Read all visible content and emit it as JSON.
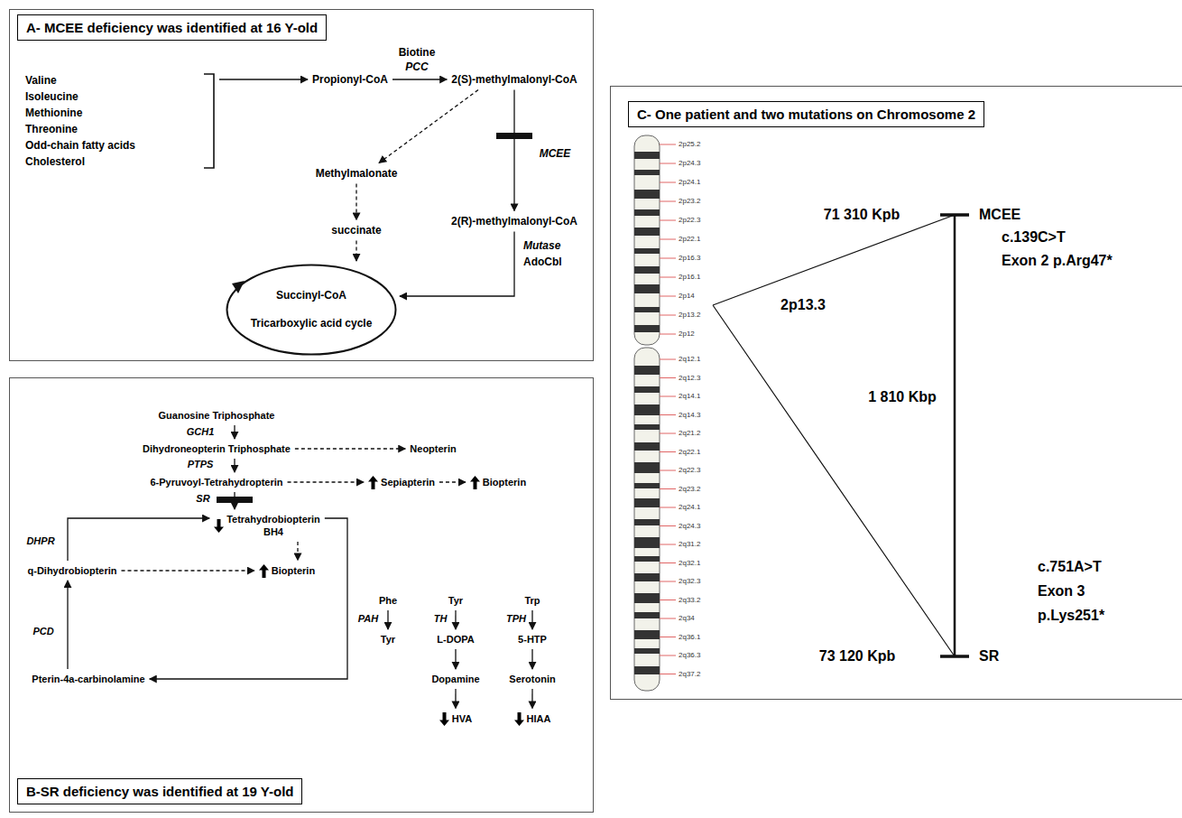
{
  "diagram": {
    "nodes": [
      {
        "text": [
          "A- MCEE deficiency was identified at 16 Y-old"
        ]
      },
      {
        "text": [
          "Valine",
          "Isoleucine",
          "Methionine",
          "Threonine",
          "Odd-chain fatty acids",
          "Cholesterol"
        ],
        "in": 0
      },
      {
        "text": [
          "Propionyl-CoA"
        ],
        "in": 0
      },
      {
        "text": [
          "2(S)-methylmalonyl-CoA"
        ],
        "in": 0
      },
      {
        "text": [
          "Methylmalonate"
        ],
        "in": 0
      },
      {
        "text": [
          "2(R)-methylmalonyl-CoA"
        ],
        "in": 0
      },
      {
        "text": [
          "succinate"
        ],
        "in": 0
      },
      {
        "text": [
          "Succinyl-CoA",
          "Tricarboxylic acid cycle"
        ],
        "in": 0
      },
      {
        "text": [
          "B-SR deficiency was identified at 19 Y-old"
        ]
      },
      {
        "text": [
          "Guanosine Triphosphate"
        ],
        "in": 8
      },
      {
        "text": [
          "Dihydroneopterin Triphosphate"
        ],
        "in": 8
      },
      {
        "text": [
          "Neopterin"
        ],
        "in": 8
      },
      {
        "text": [
          "6-Pyruvoyl-Tetrahydropterin"
        ],
        "in": 8
      },
      {
        "text": [
          "Sepiapterin"
        ],
        "in": 8
      },
      {
        "text": [
          "Biopterin"
        ],
        "in": 8
      },
      {
        "text": [
          "Tetrahydrobiopterin",
          "BH4"
        ],
        "in": 8
      },
      {
        "text": [
          "Biopterin"
        ],
        "in": 8
      },
      {
        "text": [
          "q-Dihydrobiopterin"
        ],
        "in": 8
      },
      {
        "text": [
          "Pterin-4a-carbinolamine"
        ],
        "in": 8
      },
      {
        "text": [
          "Phe"
        ],
        "in": 8
      },
      {
        "text": [
          "Tyr"
        ],
        "in": 8
      },
      {
        "text": [
          "Tyr"
        ],
        "in": 8
      },
      {
        "text": [
          "L-DOPA"
        ],
        "in": 8
      },
      {
        "text": [
          "Dopamine"
        ],
        "in": 8
      },
      {
        "text": [
          "HVA"
        ],
        "in": 8
      },
      {
        "text": [
          "Trp"
        ],
        "in": 8
      },
      {
        "text": [
          "5-HTP"
        ],
        "in": 8
      },
      {
        "text": [
          "Serotonin"
        ],
        "in": 8
      },
      {
        "text": [
          "HIAA"
        ],
        "in": 8
      },
      {
        "text": [
          "C- One patient and two mutations on Chromosome 2"
        ]
      }
    ],
    "edges": [
      {
        "from": 1,
        "to": 2,
        "arrow": "to"
      },
      {
        "from": 2,
        "to": 3,
        "arrow": "to"
      },
      {
        "from": 3,
        "to": 4,
        "arrow": "to"
      },
      {
        "from": 3,
        "to": 5,
        "arrow": "to"
      },
      {
        "from": 4,
        "to": 6,
        "arrow": "to"
      },
      {
        "from": 6,
        "to": 7,
        "arrow": "to"
      },
      {
        "from": 5,
        "to": 7,
        "arrow": "to"
      },
      {
        "from": 9,
        "to": 10,
        "arrow": "to"
      },
      {
        "from": 10,
        "to": 11,
        "arrow": "to"
      },
      {
        "from": 10,
        "to": 12,
        "arrow": "to"
      },
      {
        "from": 12,
        "to": 13,
        "arrow": "to"
      },
      {
        "from": 13,
        "to": 14,
        "arrow": "to"
      },
      {
        "from": 12,
        "to": 15,
        "arrow": "to"
      },
      {
        "from": 15,
        "to": 16,
        "arrow": "to"
      },
      {
        "from": 17,
        "to": 16,
        "arrow": "to"
      },
      {
        "from": 17,
        "to": 15,
        "arrow": "to"
      },
      {
        "from": 18,
        "to": 17,
        "arrow": "to"
      },
      {
        "from": 15,
        "to": 18,
        "arrow": "to"
      },
      {
        "from": 19,
        "to": 20,
        "arrow": "to"
      },
      {
        "from": 21,
        "to": 22,
        "arrow": "to"
      },
      {
        "from": 22,
        "to": 23,
        "arrow": "to"
      },
      {
        "from": 23,
        "to": 24,
        "arrow": "to"
      },
      {
        "from": 25,
        "to": 26,
        "arrow": "to"
      },
      {
        "from": 26,
        "to": 27,
        "arrow": "to"
      },
      {
        "from": 27,
        "to": 28,
        "arrow": "to"
      }
    ],
    "labels": [
      "Biotine",
      "PCC",
      "MCEE",
      "Mutase",
      "AdoCbl",
      "GCH1",
      "PTPS",
      "SR",
      "DHPR",
      "PCD",
      "PAH",
      "TH",
      "TPH",
      "71 310 Kpb",
      "MCEE",
      "c.139C>T",
      "Exon 2 p.Arg47*",
      "2p13.3",
      "1 810 Kbp",
      "c.751A>T",
      "Exon 3",
      "p.Lys251*",
      "73 120 Kpb",
      "SR",
      "2p25.2",
      "2p24.3",
      "2p24.1",
      "2p23.2",
      "2p22.3",
      "2p22.1",
      "2p16.3",
      "2p16.1",
      "2p14",
      "2p13.2",
      "2p12",
      "2q12.1",
      "2q12.3",
      "2q14.1",
      "2q14.3",
      "2q21.2",
      "2q22.1",
      "2q22.3",
      "2q23.2",
      "2q24.1",
      "2q24.3",
      "2q31.2",
      "2q32.1",
      "2q32.3",
      "2q33.2",
      "2q34",
      "2q36.1",
      "2q36.3",
      "2q37.2"
    ]
  }
}
